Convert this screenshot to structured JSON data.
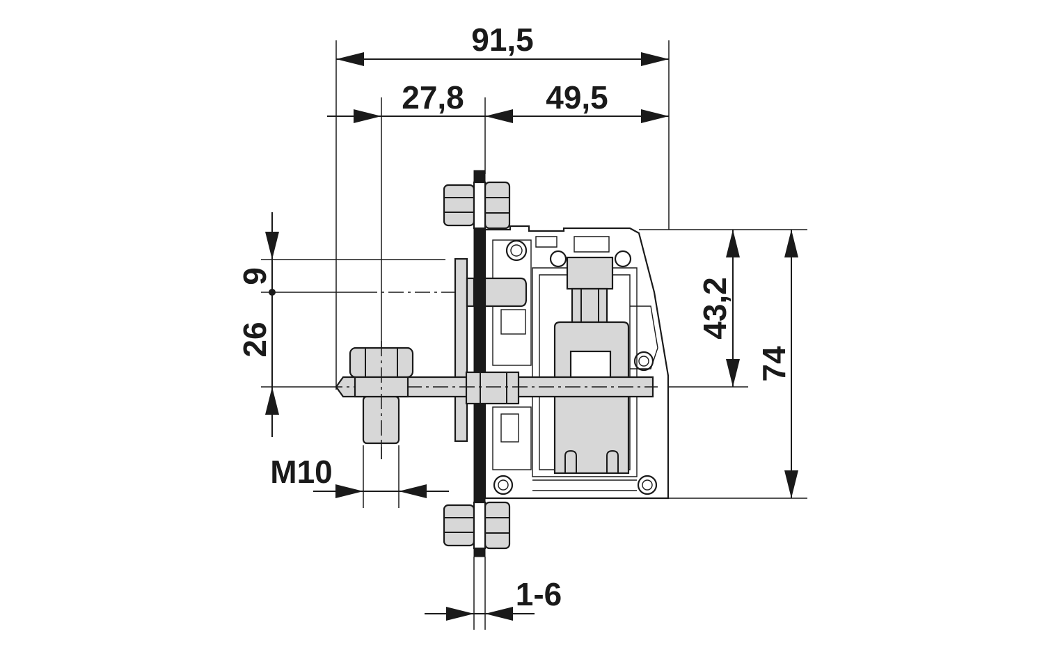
{
  "dimensions": {
    "overall_width": "91,5",
    "left_offset": "27,8",
    "right_depth": "49,5",
    "upper_offset": "9",
    "lower_offset": "26",
    "inner_height": "43,2",
    "overall_height": "74",
    "thread": "M10",
    "panel_thickness": "1-6"
  }
}
